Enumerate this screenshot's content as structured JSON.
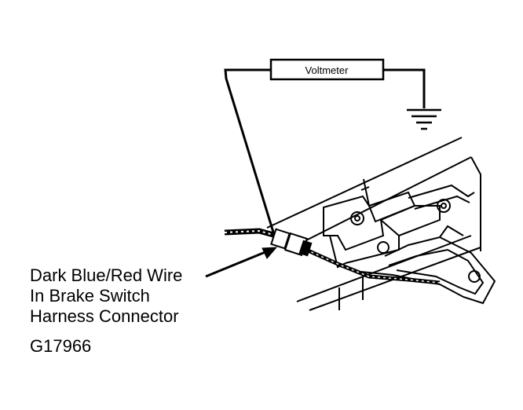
{
  "diagram": {
    "instrument_label": "Voltmeter",
    "callout_lines": [
      "Dark Blue/Red Wire",
      "In Brake Switch",
      "Harness Connector"
    ],
    "figure_id": "G17966",
    "colors": {
      "ink": "#000000",
      "paper": "#ffffff"
    }
  }
}
